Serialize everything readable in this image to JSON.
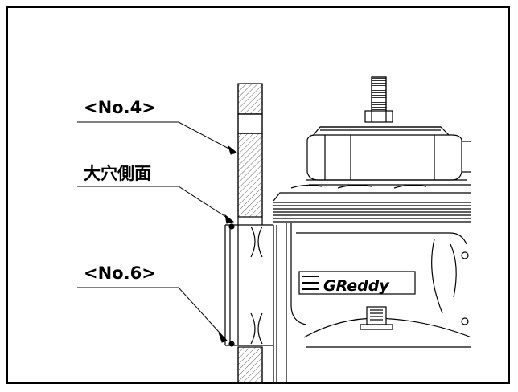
{
  "labels": {
    "no4": "<No.4>",
    "side": "大穴側面",
    "no6": "<No.6>"
  },
  "logo_text": "GReddy",
  "colors": {
    "line": "#000000",
    "hatch": "#555555",
    "thread": "#333333"
  }
}
